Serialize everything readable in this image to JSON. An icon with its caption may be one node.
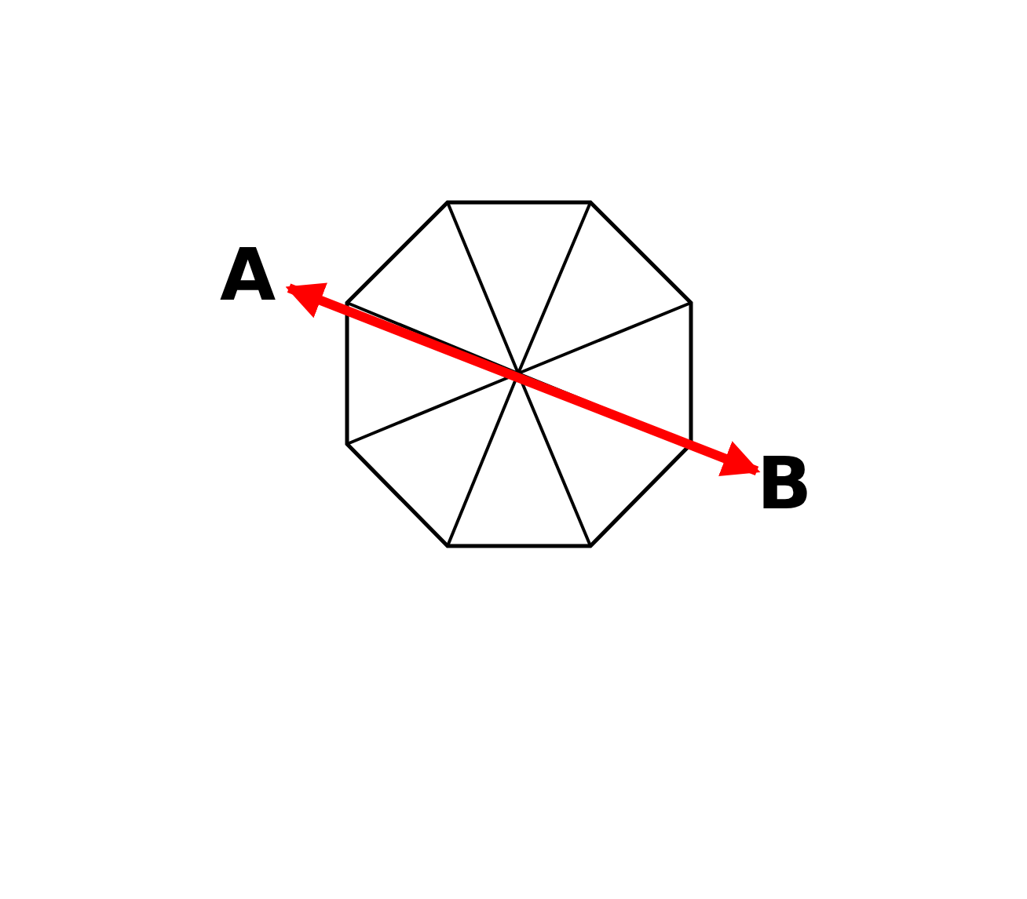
{
  "diagram": {
    "nodes": [
      {
        "text": [
          "A"
        ]
      },
      {
        "text": [
          "B"
        ]
      }
    ],
    "edges": [
      {
        "from": 0,
        "to": 1,
        "arrow": "both",
        "color": "#ff0000"
      }
    ]
  }
}
